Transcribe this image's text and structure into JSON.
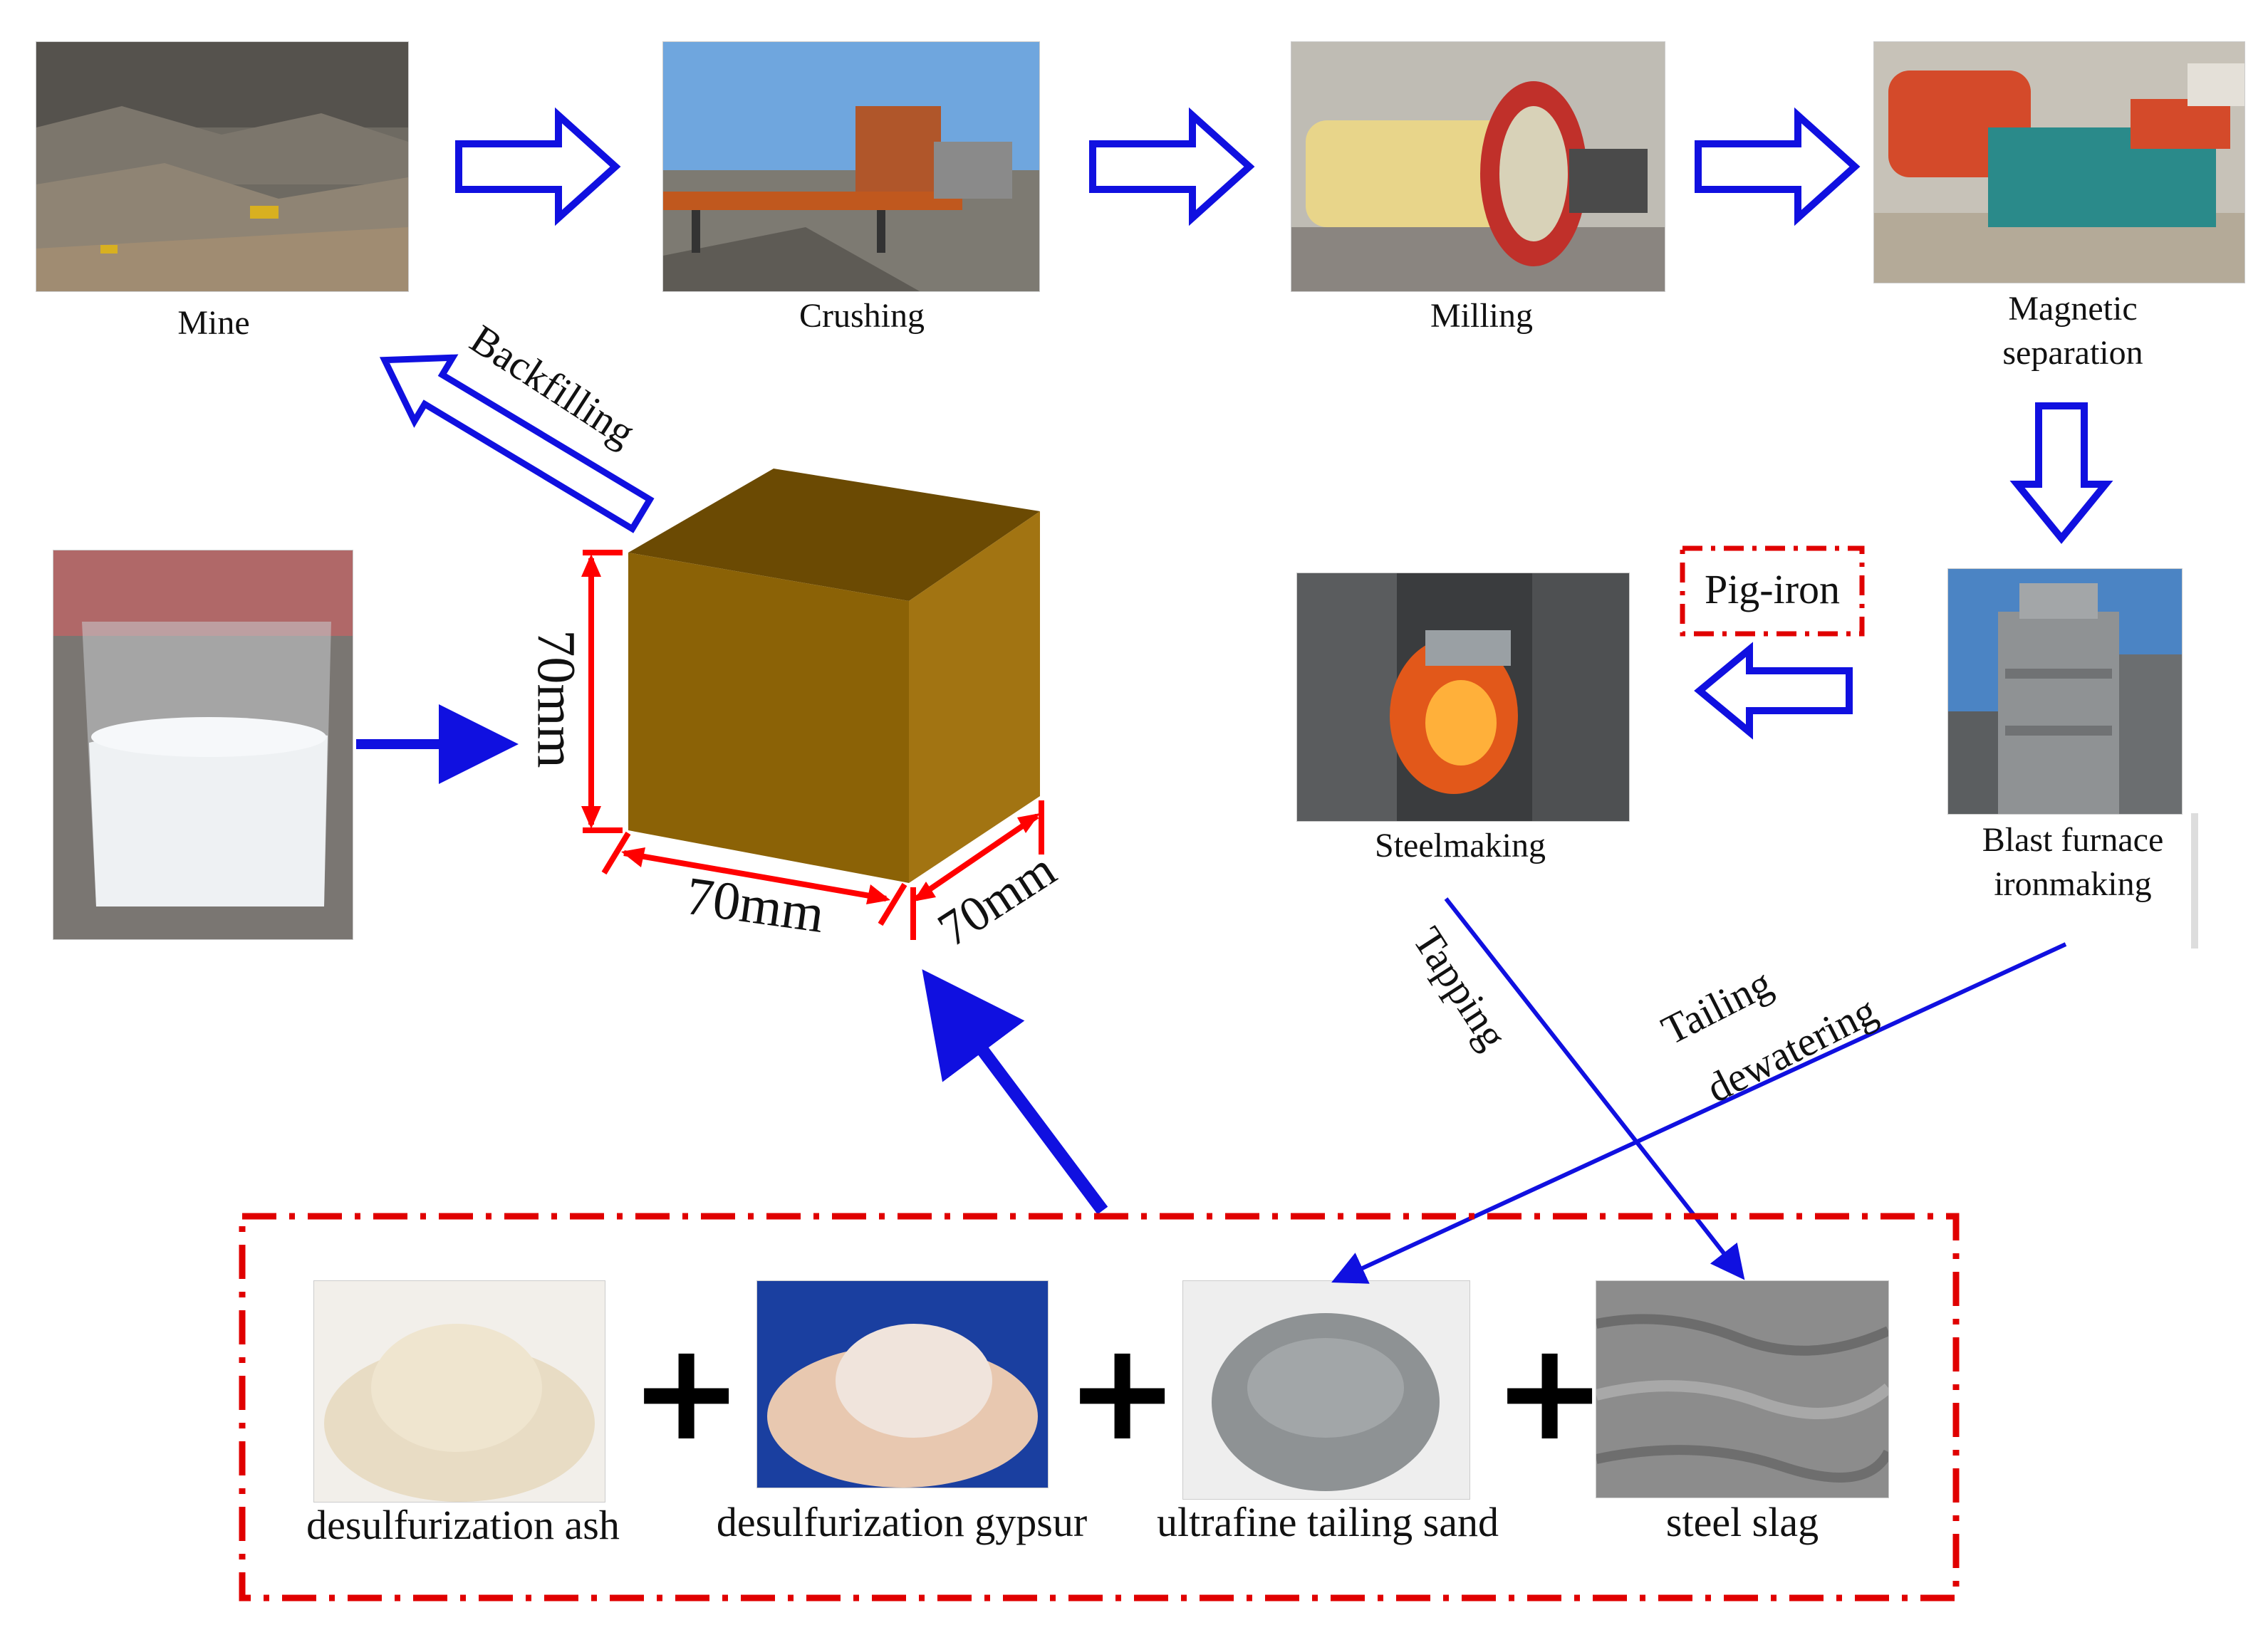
{
  "process": {
    "mine": "Mine",
    "crushing": "Crushing",
    "milling": "Milling",
    "magnetic_separation": [
      "Magnetic",
      "separation"
    ],
    "blast_furnace": [
      "Blast furnace",
      "ironmaking"
    ],
    "steelmaking": "Steelmaking",
    "pig_iron": "Pig-iron",
    "backfilling": "Backfilling",
    "tapping": "Tapping",
    "tailing_dewatering": [
      "Tailing",
      "dewatering"
    ]
  },
  "specimen": {
    "height": "70mm",
    "width": "70mm",
    "depth": "70mm"
  },
  "materials": [
    {
      "name": "desulfurization ash"
    },
    {
      "name": "desulfurization gypsur"
    },
    {
      "name": "ultrafine tailing sand"
    },
    {
      "name": "steel slag"
    }
  ],
  "plus_sign": "+",
  "colors": {
    "process_arrow": "#1010e0",
    "dimension": "#ff0000",
    "dash_box": "#e00000",
    "cube_front": "#8b6206",
    "cube_top": "#6b4a03",
    "cube_side": "#a27412"
  }
}
